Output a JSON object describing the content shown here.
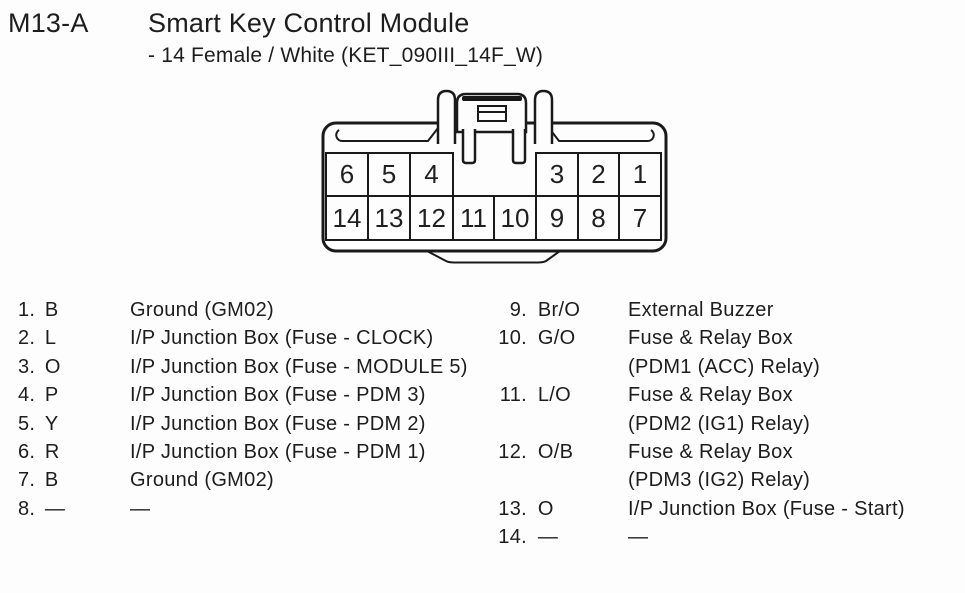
{
  "header": {
    "connector_id": "M13-A",
    "title": "Smart Key Control Module",
    "subtitle": "- 14 Female / White (KET_090III_14F_W)"
  },
  "connector": {
    "top_row_left": [
      "6",
      "5",
      "4"
    ],
    "top_row_right": [
      "3",
      "2",
      "1"
    ],
    "bottom_row": [
      "14",
      "13",
      "12",
      "11",
      "10",
      "9",
      "8",
      "7"
    ]
  },
  "pins": {
    "left": [
      {
        "num": "1.",
        "wire": "B",
        "desc": "Ground (GM02)"
      },
      {
        "num": "2.",
        "wire": "L",
        "desc": "I/P Junction Box (Fuse - CLOCK)"
      },
      {
        "num": "3.",
        "wire": "O",
        "desc": "I/P Junction Box (Fuse - MODULE 5)"
      },
      {
        "num": "4.",
        "wire": "P",
        "desc": "I/P Junction Box (Fuse - PDM 3)"
      },
      {
        "num": "5.",
        "wire": "Y",
        "desc": "I/P Junction Box (Fuse - PDM 2)"
      },
      {
        "num": "6.",
        "wire": "R",
        "desc": "I/P Junction Box (Fuse - PDM 1)"
      },
      {
        "num": "7.",
        "wire": "B",
        "desc": "Ground (GM02)"
      },
      {
        "num": "8.",
        "wire": "—",
        "desc": "—"
      }
    ],
    "right": [
      {
        "num": "9.",
        "wire": "Br/O",
        "desc": "External Buzzer"
      },
      {
        "num": "10.",
        "wire": "G/O",
        "desc": "Fuse & Relay Box"
      },
      {
        "num": "",
        "wire": "",
        "desc": "(PDM1 (ACC) Relay)"
      },
      {
        "num": "11.",
        "wire": "L/O",
        "desc": "Fuse & Relay Box"
      },
      {
        "num": "",
        "wire": "",
        "desc": "(PDM2 (IG1) Relay)"
      },
      {
        "num": "12.",
        "wire": "O/B",
        "desc": "Fuse & Relay Box"
      },
      {
        "num": "",
        "wire": "",
        "desc": "(PDM3 (IG2) Relay)"
      },
      {
        "num": "13.",
        "wire": "O",
        "desc": "I/P Junction Box (Fuse - Start)"
      },
      {
        "num": "14.",
        "wire": "—",
        "desc": "—"
      }
    ]
  },
  "colors": {
    "ink": "#1a1a1a",
    "text": "#1d1d1d",
    "background": "#fdfdfd"
  }
}
